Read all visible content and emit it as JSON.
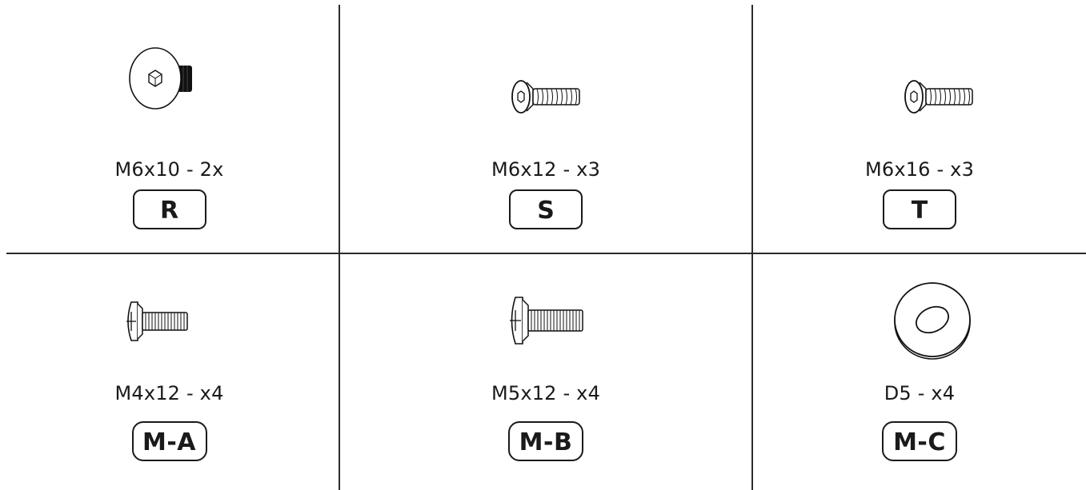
{
  "parts": [
    {
      "spec": "M6x10 - 2x",
      "code": "R",
      "icon": "socket-cap-screw-icon"
    },
    {
      "spec": "M6x12 - x3",
      "code": "S",
      "icon": "countersunk-hex-screw-icon"
    },
    {
      "spec": "M6x16 - x3",
      "code": "T",
      "icon": "countersunk-hex-screw-icon"
    },
    {
      "spec": "M4x12 - x4",
      "code": "M-A",
      "icon": "phillips-pan-head-screw-icon"
    },
    {
      "spec": "M5x12 - x4",
      "code": "M-B",
      "icon": "phillips-pan-head-screw-icon"
    },
    {
      "spec": "D5 - x4",
      "code": "M-C",
      "icon": "flat-washer-icon"
    }
  ]
}
